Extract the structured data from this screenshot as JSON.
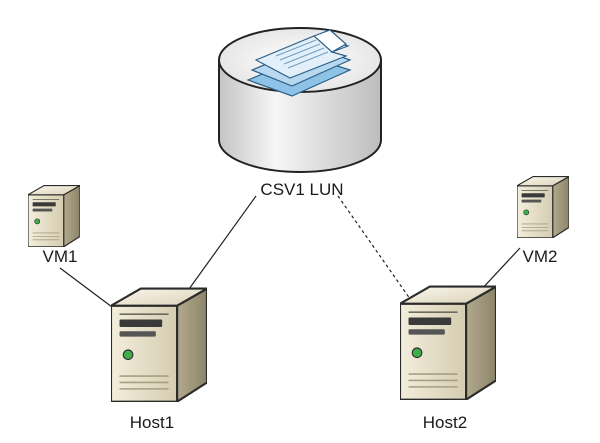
{
  "storage": {
    "label": "CSV1 LUN",
    "icon": "storage-disk-icon"
  },
  "vms": [
    {
      "label": "VM1",
      "icon": "server-tower-icon"
    },
    {
      "label": "VM2",
      "icon": "server-tower-icon"
    }
  ],
  "hosts": [
    {
      "label": "Host1",
      "icon": "server-tower-icon"
    },
    {
      "label": "Host2",
      "icon": "server-tower-icon"
    }
  ],
  "connections": [
    {
      "from": "VM1",
      "to": "Host1",
      "style": "solid"
    },
    {
      "from": "Host1",
      "to": "CSV1 LUN",
      "style": "solid"
    },
    {
      "from": "Host2",
      "to": "CSV1 LUN",
      "style": "dashed"
    },
    {
      "from": "VM2",
      "to": "Host2",
      "style": "solid"
    }
  ],
  "colors": {
    "server_face": "#ddd5b9",
    "server_side": "#a9a084",
    "disk_body": "#e9e9e9",
    "document": "#cfe3f2",
    "led": "#3fae4a"
  }
}
